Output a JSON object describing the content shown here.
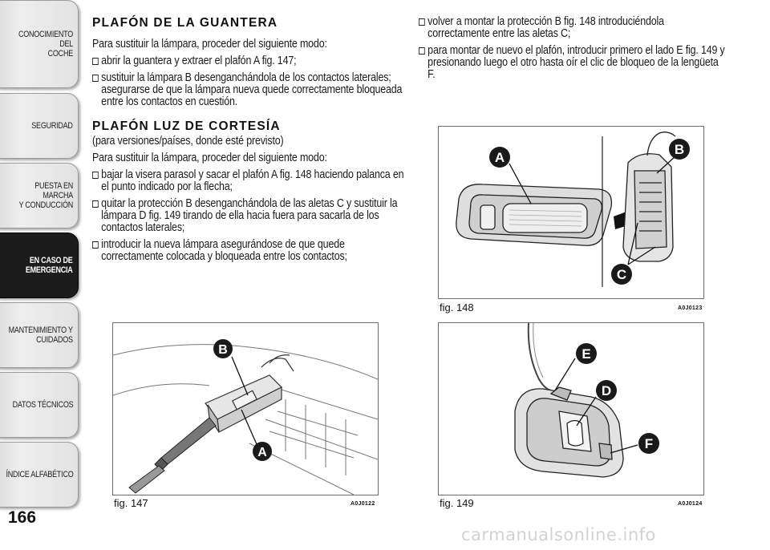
{
  "nav": {
    "tabs": [
      {
        "label": "CONOCIMIENTO DEL\nCOCHE",
        "active": false
      },
      {
        "label": "SEGURIDAD",
        "active": false
      },
      {
        "label": "PUESTA EN MARCHA\nY CONDUCCIÓN",
        "active": false
      },
      {
        "label": "EN CASO DE\nEMERGENCIA",
        "active": true
      },
      {
        "label": "MANTENIMIENTO Y\nCUIDADOS",
        "active": false
      },
      {
        "label": "DATOS TÉCNICOS",
        "active": false
      },
      {
        "label": "ÍNDICE ALFABÉTICO",
        "active": false
      }
    ]
  },
  "page_number": "166",
  "section1": {
    "heading": "PLAFÓN DE LA GUANTERA",
    "intro": "Para sustituir la lámpara, proceder del siguiente modo:",
    "bullets": [
      "abrir la guantera y extraer el plafón A fig. 147;",
      "sustituir la lámpara B desenganchándola de los contactos laterales; asegurarse de que la lámpara nueva quede correctamente bloqueada entre los contactos en cuestión."
    ]
  },
  "section2": {
    "heading": "PLAFÓN LUZ DE CORTESÍA",
    "subtitle": "(para versiones/países, donde esté previsto)",
    "intro": "Para sustituir la lámpara, proceder del siguiente modo:",
    "bullets": [
      "bajar la visera parasol y sacar el plafón A fig. 148 haciendo palanca en el punto indicado por la flecha;",
      "quitar la protección B desenganchándola de las aletas C y sustituir la lámpara D fig. 149 tirando de ella hacia fuera para sacarla de los contactos laterales;",
      "introducir la nueva lámpara asegurándose de que quede correctamente colocada y bloqueada entre los contactos;"
    ]
  },
  "section2_continued": {
    "bullets": [
      "volver a montar la protección B fig. 148 introduciéndola correctamente entre las aletas C;",
      "para montar de nuevo el plafón, introducir primero el lado E fig. 149 y presionando luego el otro hasta oír el clic de bloqueo de la lengüeta F."
    ]
  },
  "figures": {
    "fig147": {
      "caption": "fig. 147",
      "code": "A0J0122",
      "labels": [
        "B",
        "A"
      ]
    },
    "fig148": {
      "caption": "fig. 148",
      "code": "A0J0123",
      "labels": [
        "A",
        "B",
        "C"
      ]
    },
    "fig149": {
      "caption": "fig. 149",
      "code": "A0J0124",
      "labels": [
        "E",
        "D",
        "F"
      ]
    }
  },
  "watermark": "carmanualsonline.info",
  "colors": {
    "tab_active": "#1c1c1c",
    "tab_inactive": "#e4e4e4",
    "label_circle": "#1a1a1a"
  }
}
